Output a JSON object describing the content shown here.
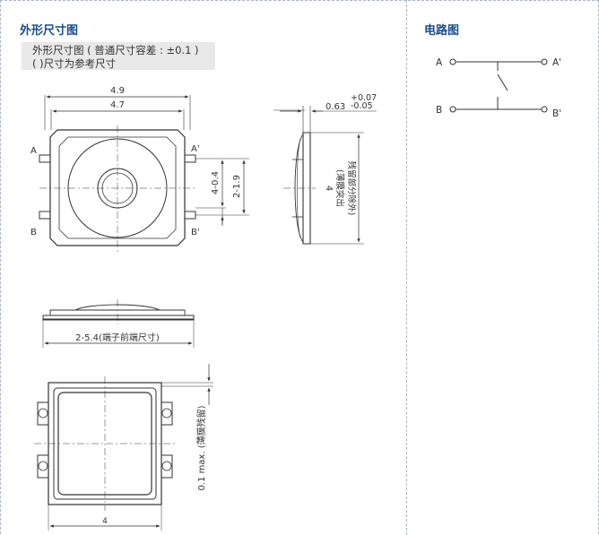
{
  "sections": {
    "outline_title": "外形尺寸图",
    "circuit_title": "电路图"
  },
  "notes": {
    "line1": "外形尺寸图 ( 普通尺寸容差 : ±0.1 )",
    "line2": "(     )尺寸为参考尺寸"
  },
  "dimensions": {
    "top_width_outer": "4.9",
    "top_width_inner": "4.7",
    "side_thickness": "0.63",
    "tol_plus": "+0.07",
    "tol_minus": "-0.05",
    "v_4_0_4": "4-0.4",
    "v_2_1_9": "2-1.9",
    "side_height": "4",
    "side_note1": "(薄膜突出",
    "side_note2": "残留部分除外)",
    "terminal_span": "2-5.4(端子前端尺寸)",
    "bottom_width": "4",
    "bottom_note": "0.1 max. (薄膜残留)"
  },
  "pins": {
    "a": "A",
    "a_prime": "A'",
    "b": "B",
    "b_prime": "B'"
  },
  "circuit": {
    "a": "A",
    "a_prime": "A'",
    "b": "B",
    "b_prime": "B'"
  }
}
